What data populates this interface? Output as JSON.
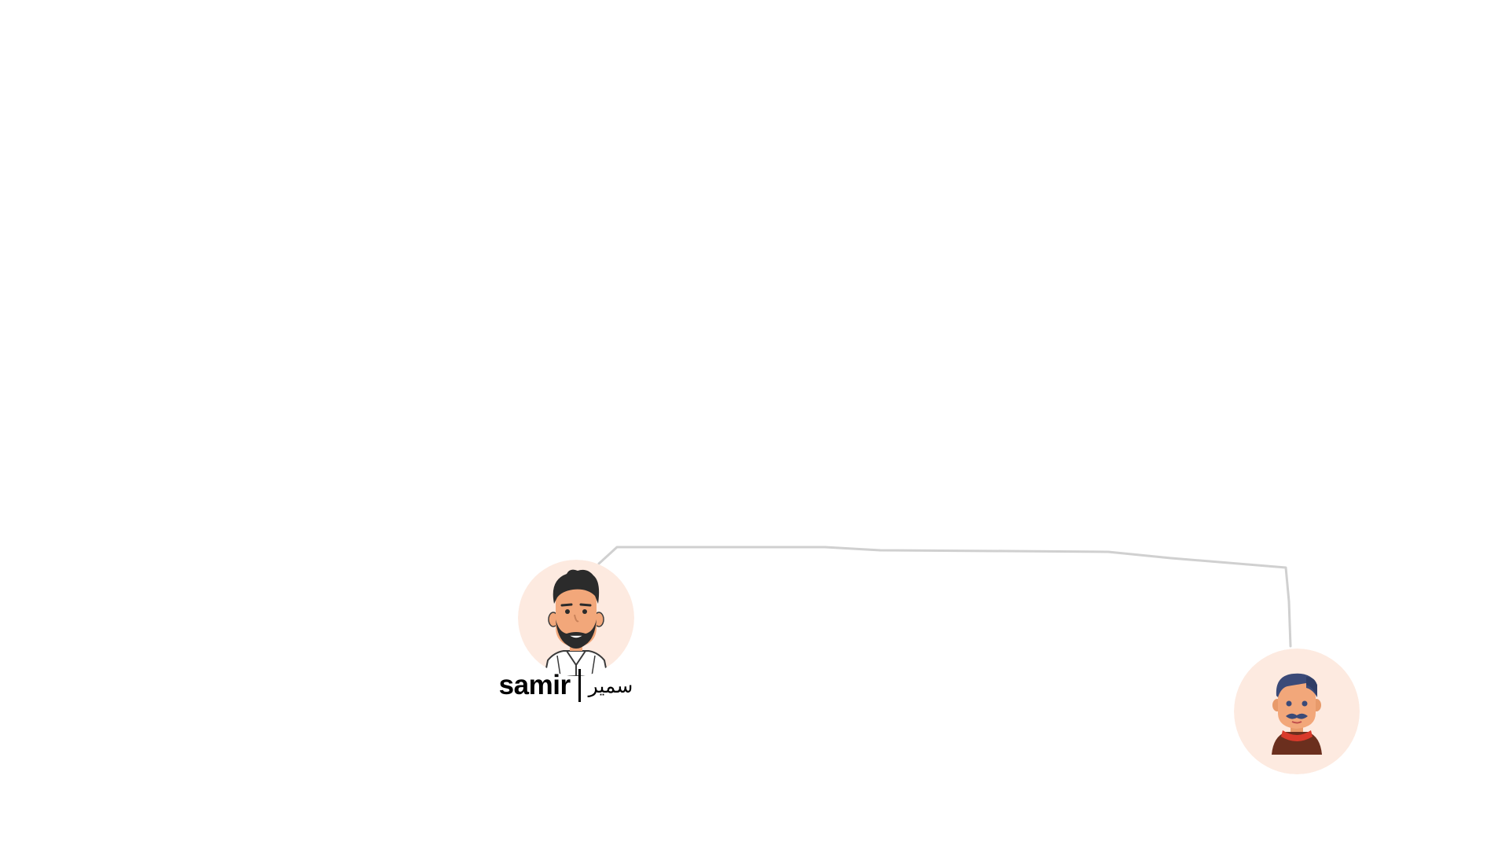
{
  "colors": {
    "background": "#ffffff",
    "avatar_bg": "#fdeae0",
    "connector": "#d0d0d0",
    "label_text": "#000000"
  },
  "nodes": [
    {
      "id": "samir",
      "icon": "bearded-man-avatar-icon",
      "name_latin": "samir",
      "separator": "|",
      "name_arabic": "سمير"
    },
    {
      "id": "elder",
      "icon": "mustached-man-avatar-icon"
    }
  ],
  "edges": [
    {
      "from": "samir",
      "to": "elder"
    }
  ]
}
